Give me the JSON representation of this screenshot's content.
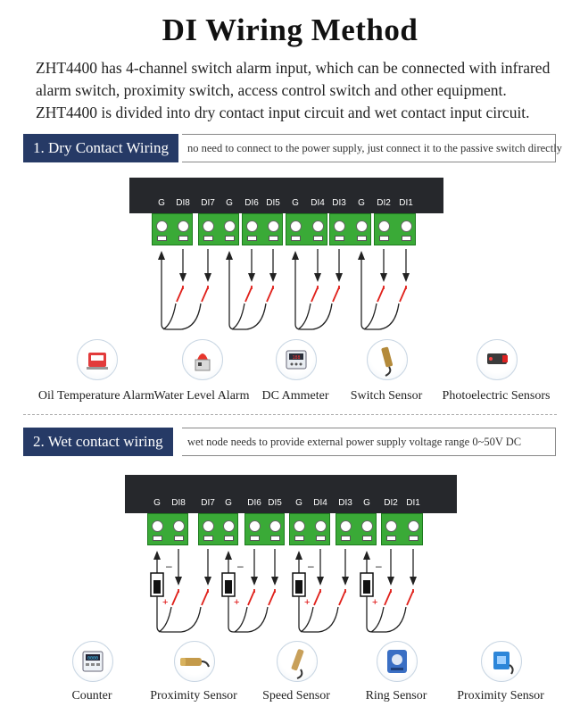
{
  "title": "DI Wiring Method",
  "intro": [
    "ZHT4400 has 4-channel switch alarm input, which can be connected with infrared",
    "alarm switch, proximity switch, access control switch and other equipment.",
    "ZHT4400 is divided into dry contact input circuit and wet contact input circuit."
  ],
  "sections": [
    {
      "title": "1. Dry Contact Wiring",
      "note": "no need to connect to the power supply, just connect it to the passive switch directly",
      "pins": [
        "G",
        "DI8",
        "DI7",
        "G",
        "DI6",
        "DI5",
        "G",
        "DI4",
        "DI3",
        "G",
        "DI2",
        "DI1"
      ],
      "devices": [
        {
          "label": "Oil Temperature Alarm",
          "icon": "alarm-device-icon"
        },
        {
          "label": "Water Level Alarm",
          "icon": "warning-light-icon"
        },
        {
          "label": "DC Ammeter",
          "icon": "ammeter-icon"
        },
        {
          "label": "Switch Sensor",
          "icon": "switch-sensor-icon"
        },
        {
          "label": "Photoelectric Sensors",
          "icon": "photoelectric-sensor-icon"
        }
      ]
    },
    {
      "title": "2. Wet contact wiring",
      "note": "wet node needs to provide external power supply voltage range 0~50V DC",
      "pins": [
        "G",
        "DI8",
        "DI7",
        "G",
        "DI6",
        "DI5",
        "G",
        "DI4",
        "DI3",
        "G",
        "DI2",
        "DI1"
      ],
      "battery_signs": {
        "minus": "–",
        "plus": "+"
      },
      "devices": [
        {
          "label": "Counter",
          "icon": "counter-icon"
        },
        {
          "label": "Proximity Sensor",
          "icon": "proximity-sensor-icon"
        },
        {
          "label": "Speed Sensor",
          "icon": "speed-sensor-icon"
        },
        {
          "label": "Ring Sensor",
          "icon": "ring-sensor-icon"
        },
        {
          "label": "Proximity Sensor",
          "icon": "proximity-sensor-square-icon"
        }
      ]
    }
  ]
}
